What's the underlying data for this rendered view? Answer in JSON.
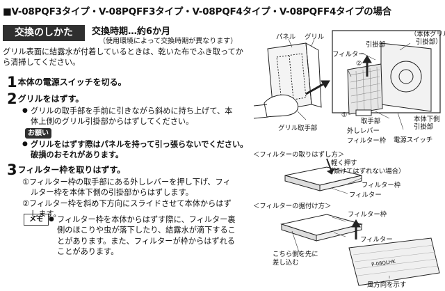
{
  "title": "■V-08PQF3タイプ・V-08PQFF3タイプ・V-08PQF4タイプ・V-08PQFF4タイプの場合",
  "section_header": "交換のしかた",
  "interval": "交換時期…約6か月",
  "interval_note": "（使用環境によって交換時期が異なります）",
  "intro": [
    "グリル表面に結露水が付着しているときは、乾いた布でふき取ってか",
    "ら清掃してください。"
  ],
  "step1": {
    "num": "1",
    "label": "本体の電源スイッチを切る。"
  },
  "step2": {
    "num": "2",
    "label": "グリルをはずす。",
    "bullet": [
      "グリルの取手部を手前に引きながら斜めに持ち上げて、本",
      "体上側のグリル引掛部からはずしてください。"
    ],
    "caution_label": "お願い",
    "caution": [
      "グリルをはずす際はパネルを持って引っ張らないでください。",
      "破損のおそれがあります。"
    ]
  },
  "step3": {
    "num": "3",
    "label": "フィルター枠を取りはずす。",
    "items": [
      "①フィルター枠の取手部にある外しレバーを押し下げ、フィ",
      "ルター枠を本体下側の引掛部からはずします。",
      "②フィルター枠を斜め下方向にスライドさせて本体からはず",
      "します。"
    ]
  },
  "memo": {
    "label": "メモ",
    "text": [
      "フィルター枠を本体からはずす際に、フィルター裏",
      "側のほこりや虫が落下したり、結露水が滴下するこ",
      "とがあります。また、フィルターが枠からはずれる",
      "ことがあります。"
    ]
  },
  "diagram": {
    "panel": "パネル",
    "grille": "グリル",
    "hook": "引掛部",
    "body_grille_hook": [
      "（本体グリル",
      "引掛部）"
    ],
    "filter": "フィルター",
    "grille_handle": "グリル取手部",
    "circle1": "①",
    "circle2": "②",
    "handle": "取手部",
    "release_lever": "外しレバー",
    "filter_frame": "フィルター枠",
    "body_bottom_hook": [
      "本体下側",
      "引掛部"
    ],
    "power_switch": "電源スイッチ"
  },
  "removal": {
    "caption": "＜フィルターの取りはずし方＞",
    "press": "軽く押す",
    "press_note": "（傾けてはずれない場合）",
    "filter_frame": "フィルター枠",
    "filter": "フィルター"
  },
  "install": {
    "caption": "＜フィルターの据付け方＞",
    "filter_frame": "フィルター枠",
    "filter": "フィルター",
    "insert": [
      "こちら側を先に",
      "差し込む"
    ],
    "model": "P-08QLHK",
    "direction": "風方向を示す"
  }
}
